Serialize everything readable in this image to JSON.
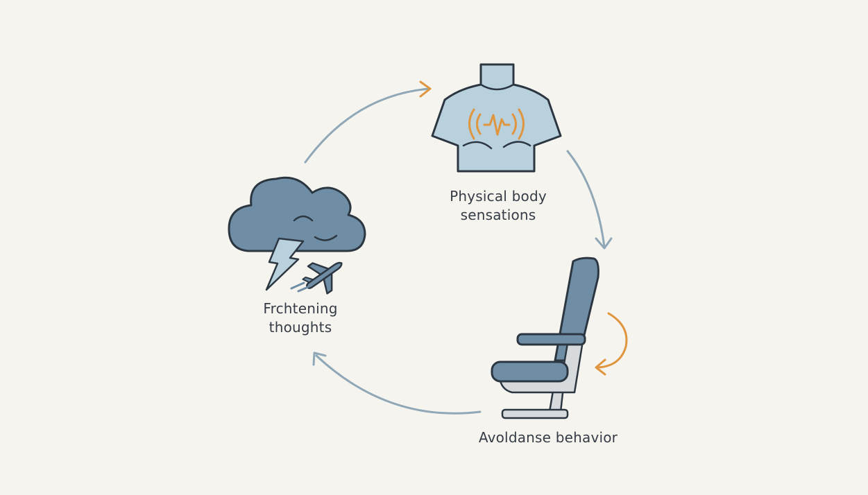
{
  "labels": {
    "body_line1": "Physical body",
    "body_line2": "sensations",
    "thoughts_line1": "Frchtening",
    "thoughts_line2": "thoughts",
    "avoid": "Avoldanse behavior"
  },
  "icons": {
    "body": "torso-heartbeat-icon",
    "thoughts": "storm-cloud-airplane-icon",
    "avoid": "airplane-seat-icon"
  },
  "colors": {
    "background": "#f5f4ef",
    "cycle_arrow": "#8fa7b6",
    "accent_orange": "#e0953f",
    "icon_fill_light": "#b9d0dd",
    "icon_fill_dark": "#6f8ea5",
    "outline": "#2b3641",
    "text": "#353c45"
  }
}
